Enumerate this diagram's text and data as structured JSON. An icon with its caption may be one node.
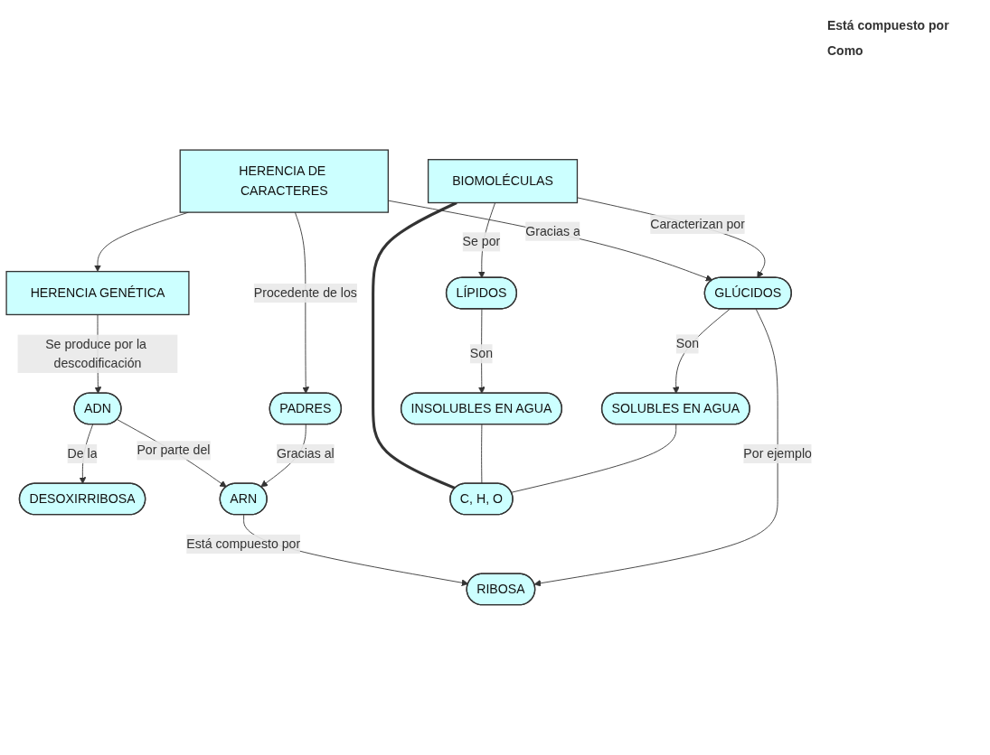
{
  "diagram": {
    "nodes": [
      {
        "text": [
          "HERENCIA GENÉTICA"
        ]
      },
      {
        "text": [
          "ADN"
        ]
      },
      {
        "text": [
          "DESOXIRRIBOSA"
        ]
      },
      {
        "text": [
          "ARN"
        ]
      },
      {
        "text": [
          "RIBOSA"
        ]
      },
      {
        "text": [
          "HERENCIA DE CARACTERES"
        ]
      },
      {
        "text": [
          "PADRES"
        ]
      },
      {
        "text": [
          "LÍPIDOS"
        ]
      },
      {
        "text": [
          "GLÚCIDOS"
        ]
      },
      {
        "text": [
          "BIOMOLÉCULAS"
        ]
      },
      {
        "text": [
          "INSOLUBLES EN AGUA"
        ]
      },
      {
        "text": [
          "SOLUBLES EN AGUA"
        ]
      },
      {
        "text": [
          "C, H, O"
        ]
      }
    ],
    "edges": [
      {
        "from": 0,
        "to": 1,
        "arrow": "to",
        "label": "Se produce por la descodificación"
      },
      {
        "from": 1,
        "to": 2,
        "arrow": "to",
        "label": "De la"
      },
      {
        "from": 1,
        "to": 3,
        "arrow": "to",
        "label": "Por parte del"
      },
      {
        "from": 3,
        "to": 4,
        "arrow": "to",
        "label": "Está compuesto por"
      },
      {
        "from": 5,
        "to": 0,
        "arrow": "to"
      },
      {
        "from": 5,
        "to": 6,
        "arrow": "to",
        "label": "Procedente de los"
      },
      {
        "from": 6,
        "to": 3,
        "arrow": "to",
        "label": "Gracias al"
      },
      {
        "from": 5,
        "to": 8,
        "arrow": "to",
        "label": "Gracias a"
      },
      {
        "from": 8,
        "to": 4,
        "arrow": "to",
        "label": "Por ejemplo"
      },
      {
        "from": 9,
        "to": 7,
        "arrow": "to",
        "label": "Se por"
      },
      {
        "from": 9,
        "to": 8,
        "arrow": "to",
        "label": "Caracterizan por"
      },
      {
        "from": 7,
        "to": 10,
        "arrow": "to",
        "label": "Son"
      },
      {
        "from": 8,
        "to": 11,
        "arrow": "to",
        "label": "Son"
      },
      {
        "from": 9,
        "to": 12,
        "arrow": "none",
        "style": "thick"
      },
      {
        "from": 10,
        "to": 12,
        "arrow": "none"
      },
      {
        "from": 11,
        "to": 12,
        "arrow": "none"
      }
    ],
    "labels": [
      "Está compuesto por",
      "Como"
    ]
  }
}
